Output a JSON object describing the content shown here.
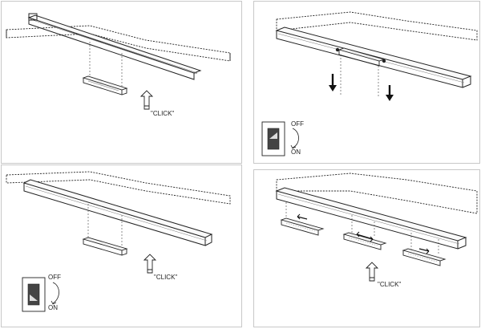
{
  "panels": [
    {
      "step": "mount-track-and-click-module",
      "label_click": "\"CLICK\""
    },
    {
      "step": "pull-down-module-power-off",
      "label_off": "OFF",
      "label_on": "ON"
    },
    {
      "step": "click-module-power-on",
      "label_off": "OFF",
      "label_on": "ON",
      "label_click": "\"CLICK\""
    },
    {
      "step": "slide-multiple-modules",
      "label_click": "\"CLICK\""
    }
  ],
  "icons": [
    "ceiling",
    "track-rail",
    "light-module",
    "push-up-arrow",
    "down-arrow",
    "wall-switch",
    "curved-arrow",
    "slide-arrows"
  ]
}
